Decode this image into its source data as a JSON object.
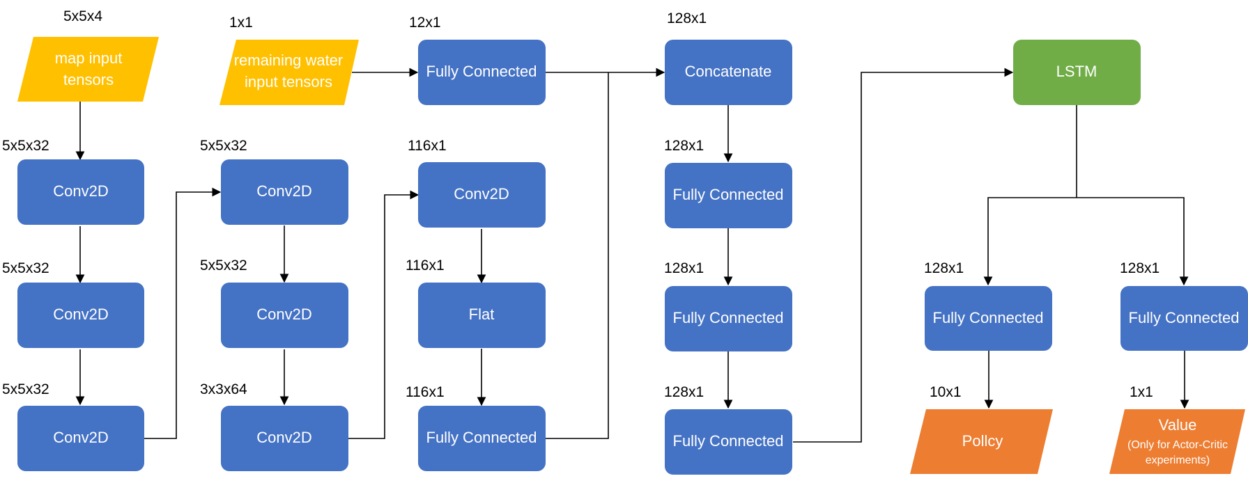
{
  "colors": {
    "layer": "#4472C4",
    "layer_stroke": "#2F5597",
    "input": "#FFC000",
    "lstm": "#70AD47",
    "output": "#ED7D31",
    "text_on_shape": "#FFFFFF",
    "label": "#000000"
  },
  "inputs": {
    "map": {
      "label_line1": "map input",
      "label_line2": "tensors",
      "dim": "5x5x4"
    },
    "water": {
      "label_line1": "remaining water",
      "label_line2": "input tensors",
      "dim": "1x1"
    }
  },
  "col1": [
    {
      "label": "Conv2D",
      "dim": "5x5x32"
    },
    {
      "label": "Conv2D",
      "dim": "5x5x32"
    },
    {
      "label": "Conv2D",
      "dim": "5x5x32"
    }
  ],
  "col2": [
    {
      "label": "Conv2D",
      "dim": "5x5x32"
    },
    {
      "label": "Conv2D",
      "dim": "5x5x32"
    },
    {
      "label": "Conv2D",
      "dim": "3x3x64"
    }
  ],
  "col3": [
    {
      "label": "Fully Connected",
      "dim": "12x1"
    },
    {
      "label": "Conv2D",
      "dim": "116x1"
    },
    {
      "label": "Flat",
      "dim": "116x1"
    },
    {
      "label": "Fully Connected",
      "dim": "116x1"
    }
  ],
  "col4": [
    {
      "label": "Concatenate",
      "dim": "128x1"
    },
    {
      "label": "Fully Connected",
      "dim": "128x1"
    },
    {
      "label": "Fully Connected",
      "dim": "128x1"
    },
    {
      "label": "Fully Connected",
      "dim": "128x1"
    }
  ],
  "lstm": {
    "label": "LSTM"
  },
  "heads": {
    "policy_fc": {
      "label": "Fully Connected",
      "dim": "128x1"
    },
    "value_fc": {
      "label": "Fully Connected",
      "dim": "128x1"
    }
  },
  "outputs": {
    "policy": {
      "label": "Pollcy",
      "dim": "10x1"
    },
    "value": {
      "label": "Value",
      "note_line1": "(Only for Actor-Critic",
      "note_line2": "experiments)",
      "dim": "1x1"
    }
  }
}
